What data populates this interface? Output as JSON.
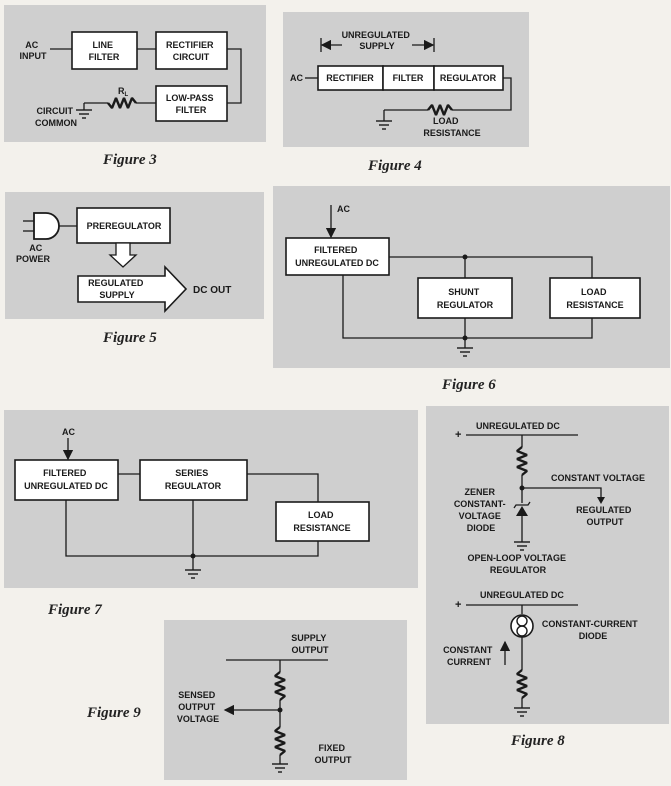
{
  "figure3": {
    "caption": "Figure 3",
    "ac_input": [
      "AC",
      "INPUT"
    ],
    "line_filter": [
      "LINE",
      "FILTER"
    ],
    "rectifier_circuit": [
      "RECTIFIER",
      "CIRCUIT"
    ],
    "low_pass_filter": [
      "LOW-PASS",
      "FILTER"
    ],
    "rl_label": "R",
    "rl_subscript": "L",
    "circuit_common": [
      "CIRCUIT",
      "COMMON"
    ]
  },
  "figure4": {
    "caption": "Figure 4",
    "unregulated_supply": [
      "UNREGULATED",
      "SUPPLY"
    ],
    "ac": "AC",
    "rectifier": "RECTIFIER",
    "filter": "FILTER",
    "regulator": "REGULATOR",
    "load_resistance": [
      "LOAD",
      "RESISTANCE"
    ]
  },
  "figure5": {
    "caption": "Figure 5",
    "ac_power": [
      "AC",
      "POWER"
    ],
    "preregulator": "PREREGULATOR",
    "regulated_supply": [
      "REGULATED",
      "SUPPLY"
    ],
    "dc_out": "DC OUT"
  },
  "figure6": {
    "caption": "Figure 6",
    "ac": "AC",
    "filtered_unregulated_dc": [
      "FILTERED",
      "UNREGULATED DC"
    ],
    "shunt_regulator": [
      "SHUNT",
      "REGULATOR"
    ],
    "load_resistance": [
      "LOAD",
      "RESISTANCE"
    ]
  },
  "figure7": {
    "caption": "Figure 7",
    "ac": "AC",
    "filtered_unregulated_dc": [
      "FILTERED",
      "UNREGULATED DC"
    ],
    "series_regulator": [
      "SERIES",
      "REGULATOR"
    ],
    "load_resistance": [
      "LOAD",
      "RESISTANCE"
    ]
  },
  "figure8": {
    "caption": "Figure 8",
    "plus": "+",
    "unregulated_dc_top": "UNREGULATED DC",
    "constant_voltage": "CONSTANT VOLTAGE",
    "zener_label": [
      "ZENER",
      "CONSTANT-",
      "VOLTAGE",
      "DIODE"
    ],
    "regulated_output": [
      "REGULATED",
      "OUTPUT"
    ],
    "open_loop": [
      "OPEN-LOOP VOLTAGE",
      "REGULATOR"
    ],
    "unregulated_dc_bottom": "UNREGULATED DC",
    "constant_current_diode": [
      "CONSTANT-CURRENT",
      "DIODE"
    ],
    "constant_current": [
      "CONSTANT",
      "CURRENT"
    ]
  },
  "figure9": {
    "caption": "Figure 9",
    "supply_output": [
      "SUPPLY",
      "OUTPUT"
    ],
    "sensed_output_voltage": [
      "SENSED",
      "OUTPUT",
      "VOLTAGE"
    ],
    "fixed_output": [
      "FIXED",
      "OUTPUT"
    ]
  }
}
